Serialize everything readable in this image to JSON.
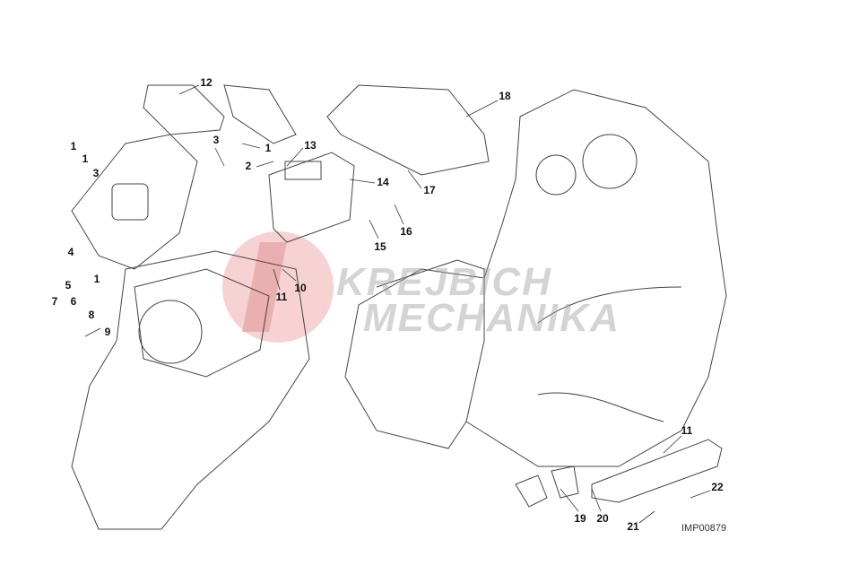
{
  "diagram": {
    "drawing_code": "IMP00879",
    "watermark": {
      "line1": "KREJBICH",
      "line2": "MECHANIKA",
      "brand_color": "#e8a0a0"
    },
    "callouts": [
      {
        "id": "c12",
        "text": "12"
      },
      {
        "id": "c3a",
        "text": "3"
      },
      {
        "id": "c1a",
        "text": "1"
      },
      {
        "id": "c13",
        "text": "13"
      },
      {
        "id": "c2",
        "text": "2"
      },
      {
        "id": "c14",
        "text": "14"
      },
      {
        "id": "c17",
        "text": "17"
      },
      {
        "id": "c18",
        "text": "18"
      },
      {
        "id": "c16",
        "text": "16"
      },
      {
        "id": "c15",
        "text": "15"
      },
      {
        "id": "c10",
        "text": "10"
      },
      {
        "id": "c11a",
        "text": "11"
      },
      {
        "id": "c1b",
        "text": "1"
      },
      {
        "id": "c1c",
        "text": "1"
      },
      {
        "id": "c3b",
        "text": "3"
      },
      {
        "id": "c4",
        "text": "4"
      },
      {
        "id": "c5",
        "text": "5"
      },
      {
        "id": "c1d",
        "text": "1"
      },
      {
        "id": "c6",
        "text": "6"
      },
      {
        "id": "c8",
        "text": "8"
      },
      {
        "id": "c7",
        "text": "7"
      },
      {
        "id": "c9",
        "text": "9"
      },
      {
        "id": "c11b",
        "text": "11"
      },
      {
        "id": "c22",
        "text": "22"
      },
      {
        "id": "c21",
        "text": "21"
      },
      {
        "id": "c20",
        "text": "20"
      },
      {
        "id": "c19",
        "text": "19"
      }
    ]
  }
}
